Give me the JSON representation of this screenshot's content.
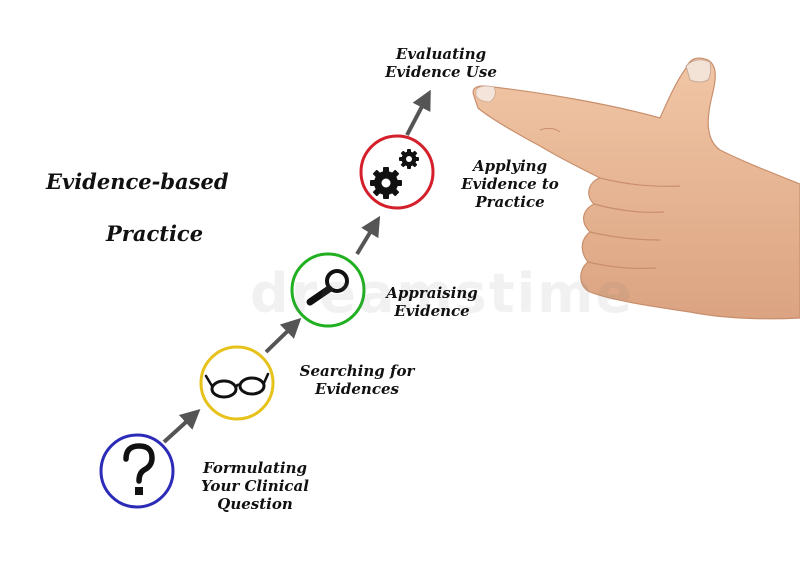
{
  "title": {
    "line1": "Evidence-based",
    "line2": "Practice"
  },
  "steps": [
    {
      "id": "formulating",
      "icon": "question-mark-icon",
      "color": "#2b2bb8",
      "lines": [
        "Formulating",
        "Your Clinical",
        "Question"
      ]
    },
    {
      "id": "searching",
      "icon": "eyeglasses-icon",
      "color": "#e6c21a",
      "lines": [
        "Searching for",
        "Evidences"
      ]
    },
    {
      "id": "appraising",
      "icon": "magnifier-icon",
      "color": "#21b021",
      "lines": [
        "Appraising",
        "Evidence"
      ]
    },
    {
      "id": "applying",
      "icon": "gears-icon",
      "color": "#d4202a",
      "lines": [
        "Applying",
        "Evidence to",
        "Practice"
      ]
    }
  ],
  "final_step": {
    "lines": [
      "Evaluating",
      "Evidence Use"
    ]
  },
  "colors": {
    "arrow": "#555555",
    "text": "#111111",
    "skin": "#e9b894"
  }
}
